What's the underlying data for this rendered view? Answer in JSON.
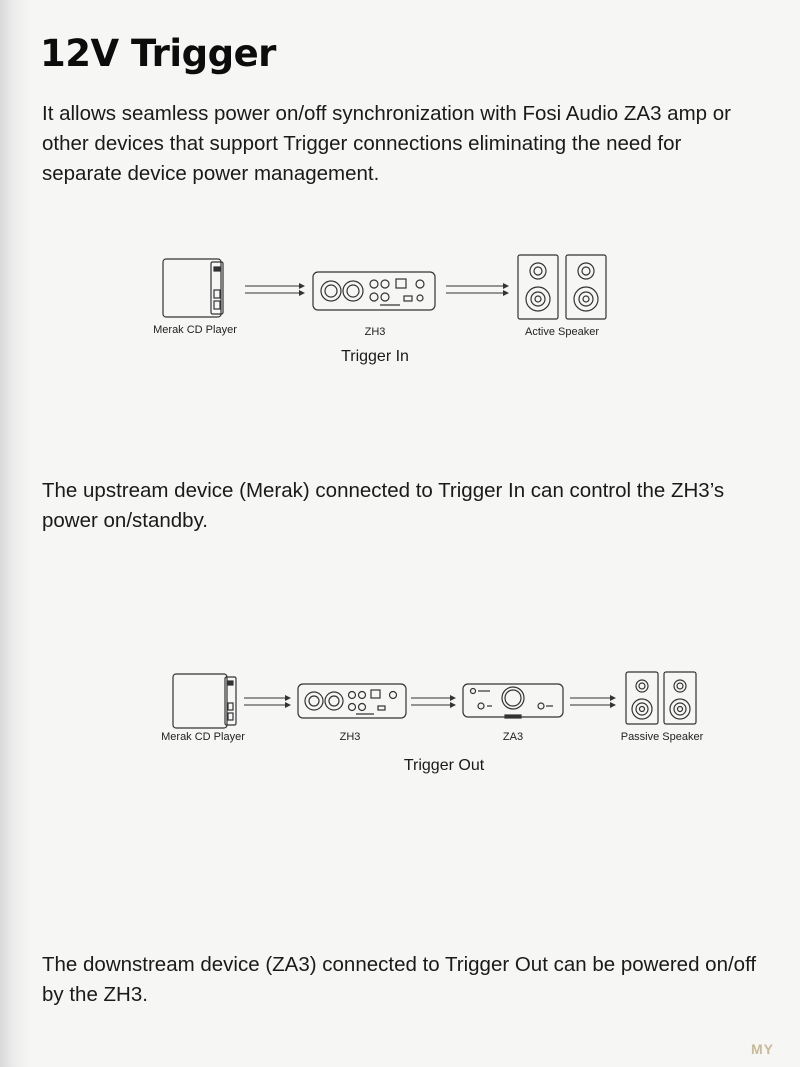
{
  "heading": "12V Trigger",
  "intro": "It allows seamless power on/off synchronization with Fosi Audio ZA3 amp or other devices that support Trigger connections eliminating the need for separate device power management.",
  "diagram_in": {
    "devices": [
      "Merak CD Player",
      "ZH3",
      "Active Speaker"
    ],
    "caption": "Trigger In"
  },
  "desc_in": "The upstream device (Merak) connected to Trigger In can control the ZH3’s power on/standby.",
  "diagram_out": {
    "devices": [
      "Merak CD Player",
      "ZH3",
      "ZA3",
      "Passive Speaker"
    ],
    "caption": "Trigger Out"
  },
  "desc_out": "The downstream device (ZA3) connected to Trigger Out can be powered on/off by the ZH3.",
  "watermark": "MY"
}
